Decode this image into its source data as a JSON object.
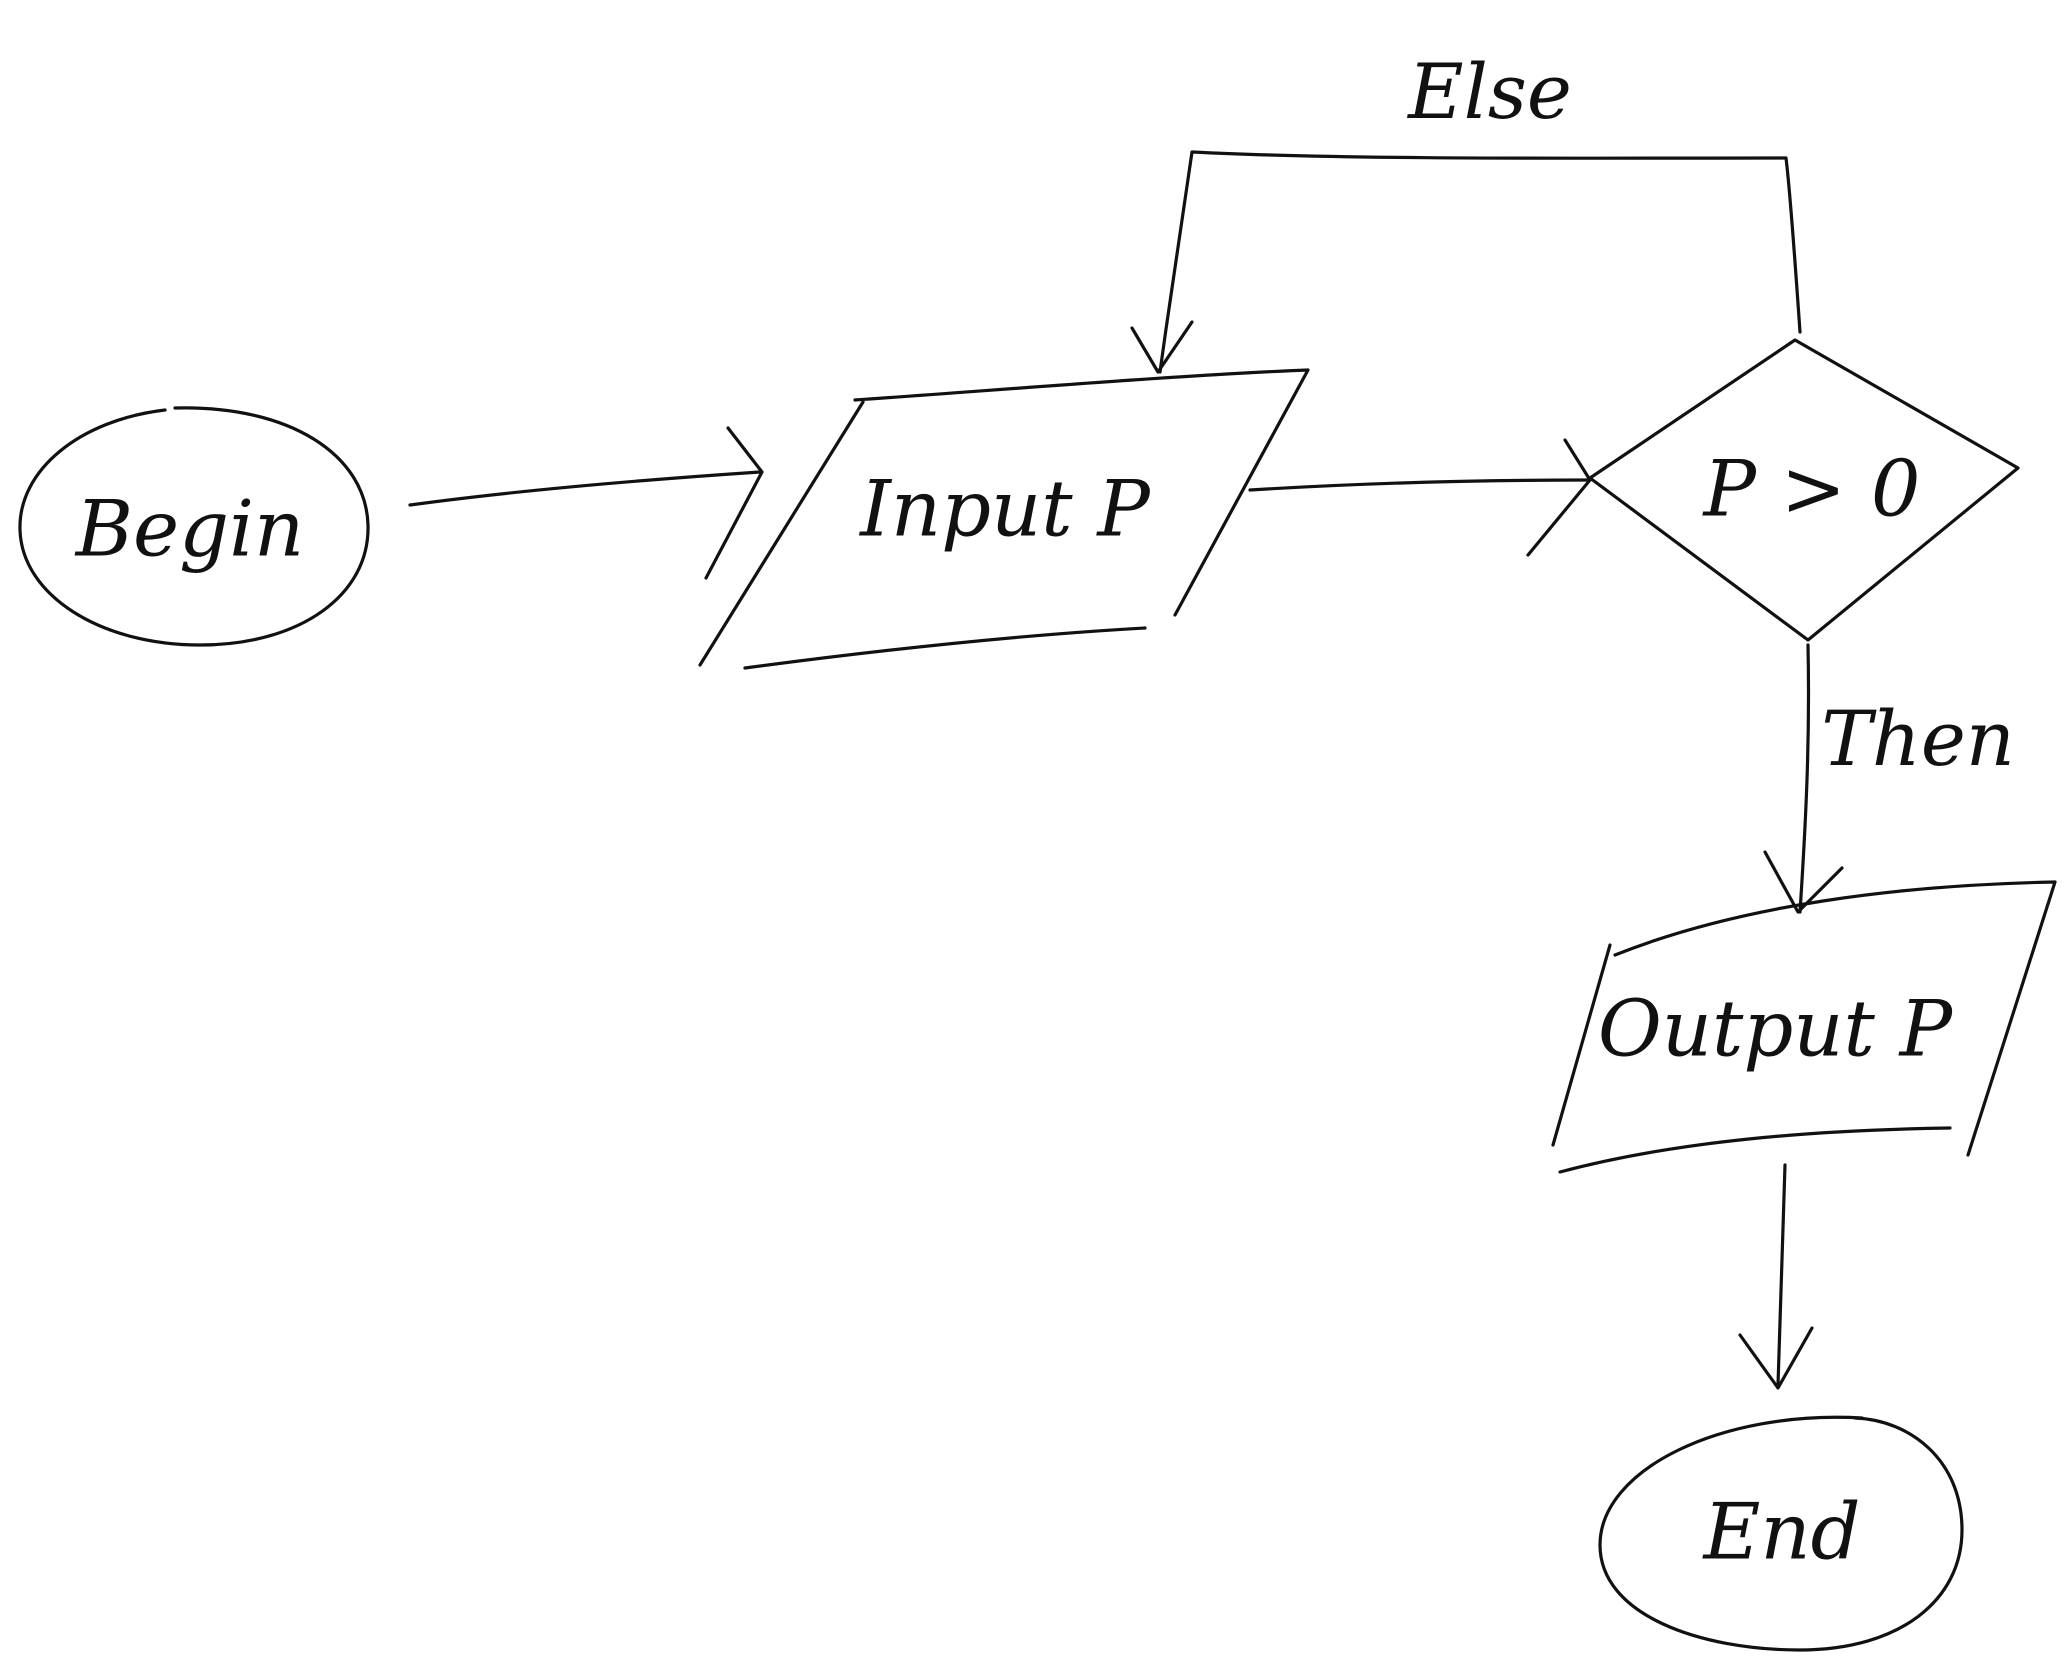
{
  "diagram": {
    "type": "flowchart",
    "nodes": [
      {
        "id": "begin",
        "shape": "oval",
        "label": "Begin"
      },
      {
        "id": "input",
        "shape": "parallelogram",
        "label": "Input P"
      },
      {
        "id": "decision",
        "shape": "diamond",
        "label": "P > 0"
      },
      {
        "id": "output",
        "shape": "parallelogram",
        "label": "Output P"
      },
      {
        "id": "end",
        "shape": "oval",
        "label": "End"
      }
    ],
    "edges": [
      {
        "from": "begin",
        "to": "input",
        "label": ""
      },
      {
        "from": "input",
        "to": "decision",
        "label": ""
      },
      {
        "from": "decision",
        "to": "input",
        "label": "Else"
      },
      {
        "from": "decision",
        "to": "output",
        "label": "Then"
      },
      {
        "from": "output",
        "to": "end",
        "label": ""
      }
    ],
    "style": {
      "ink_color": "#111111",
      "background": "#ffffff"
    }
  }
}
